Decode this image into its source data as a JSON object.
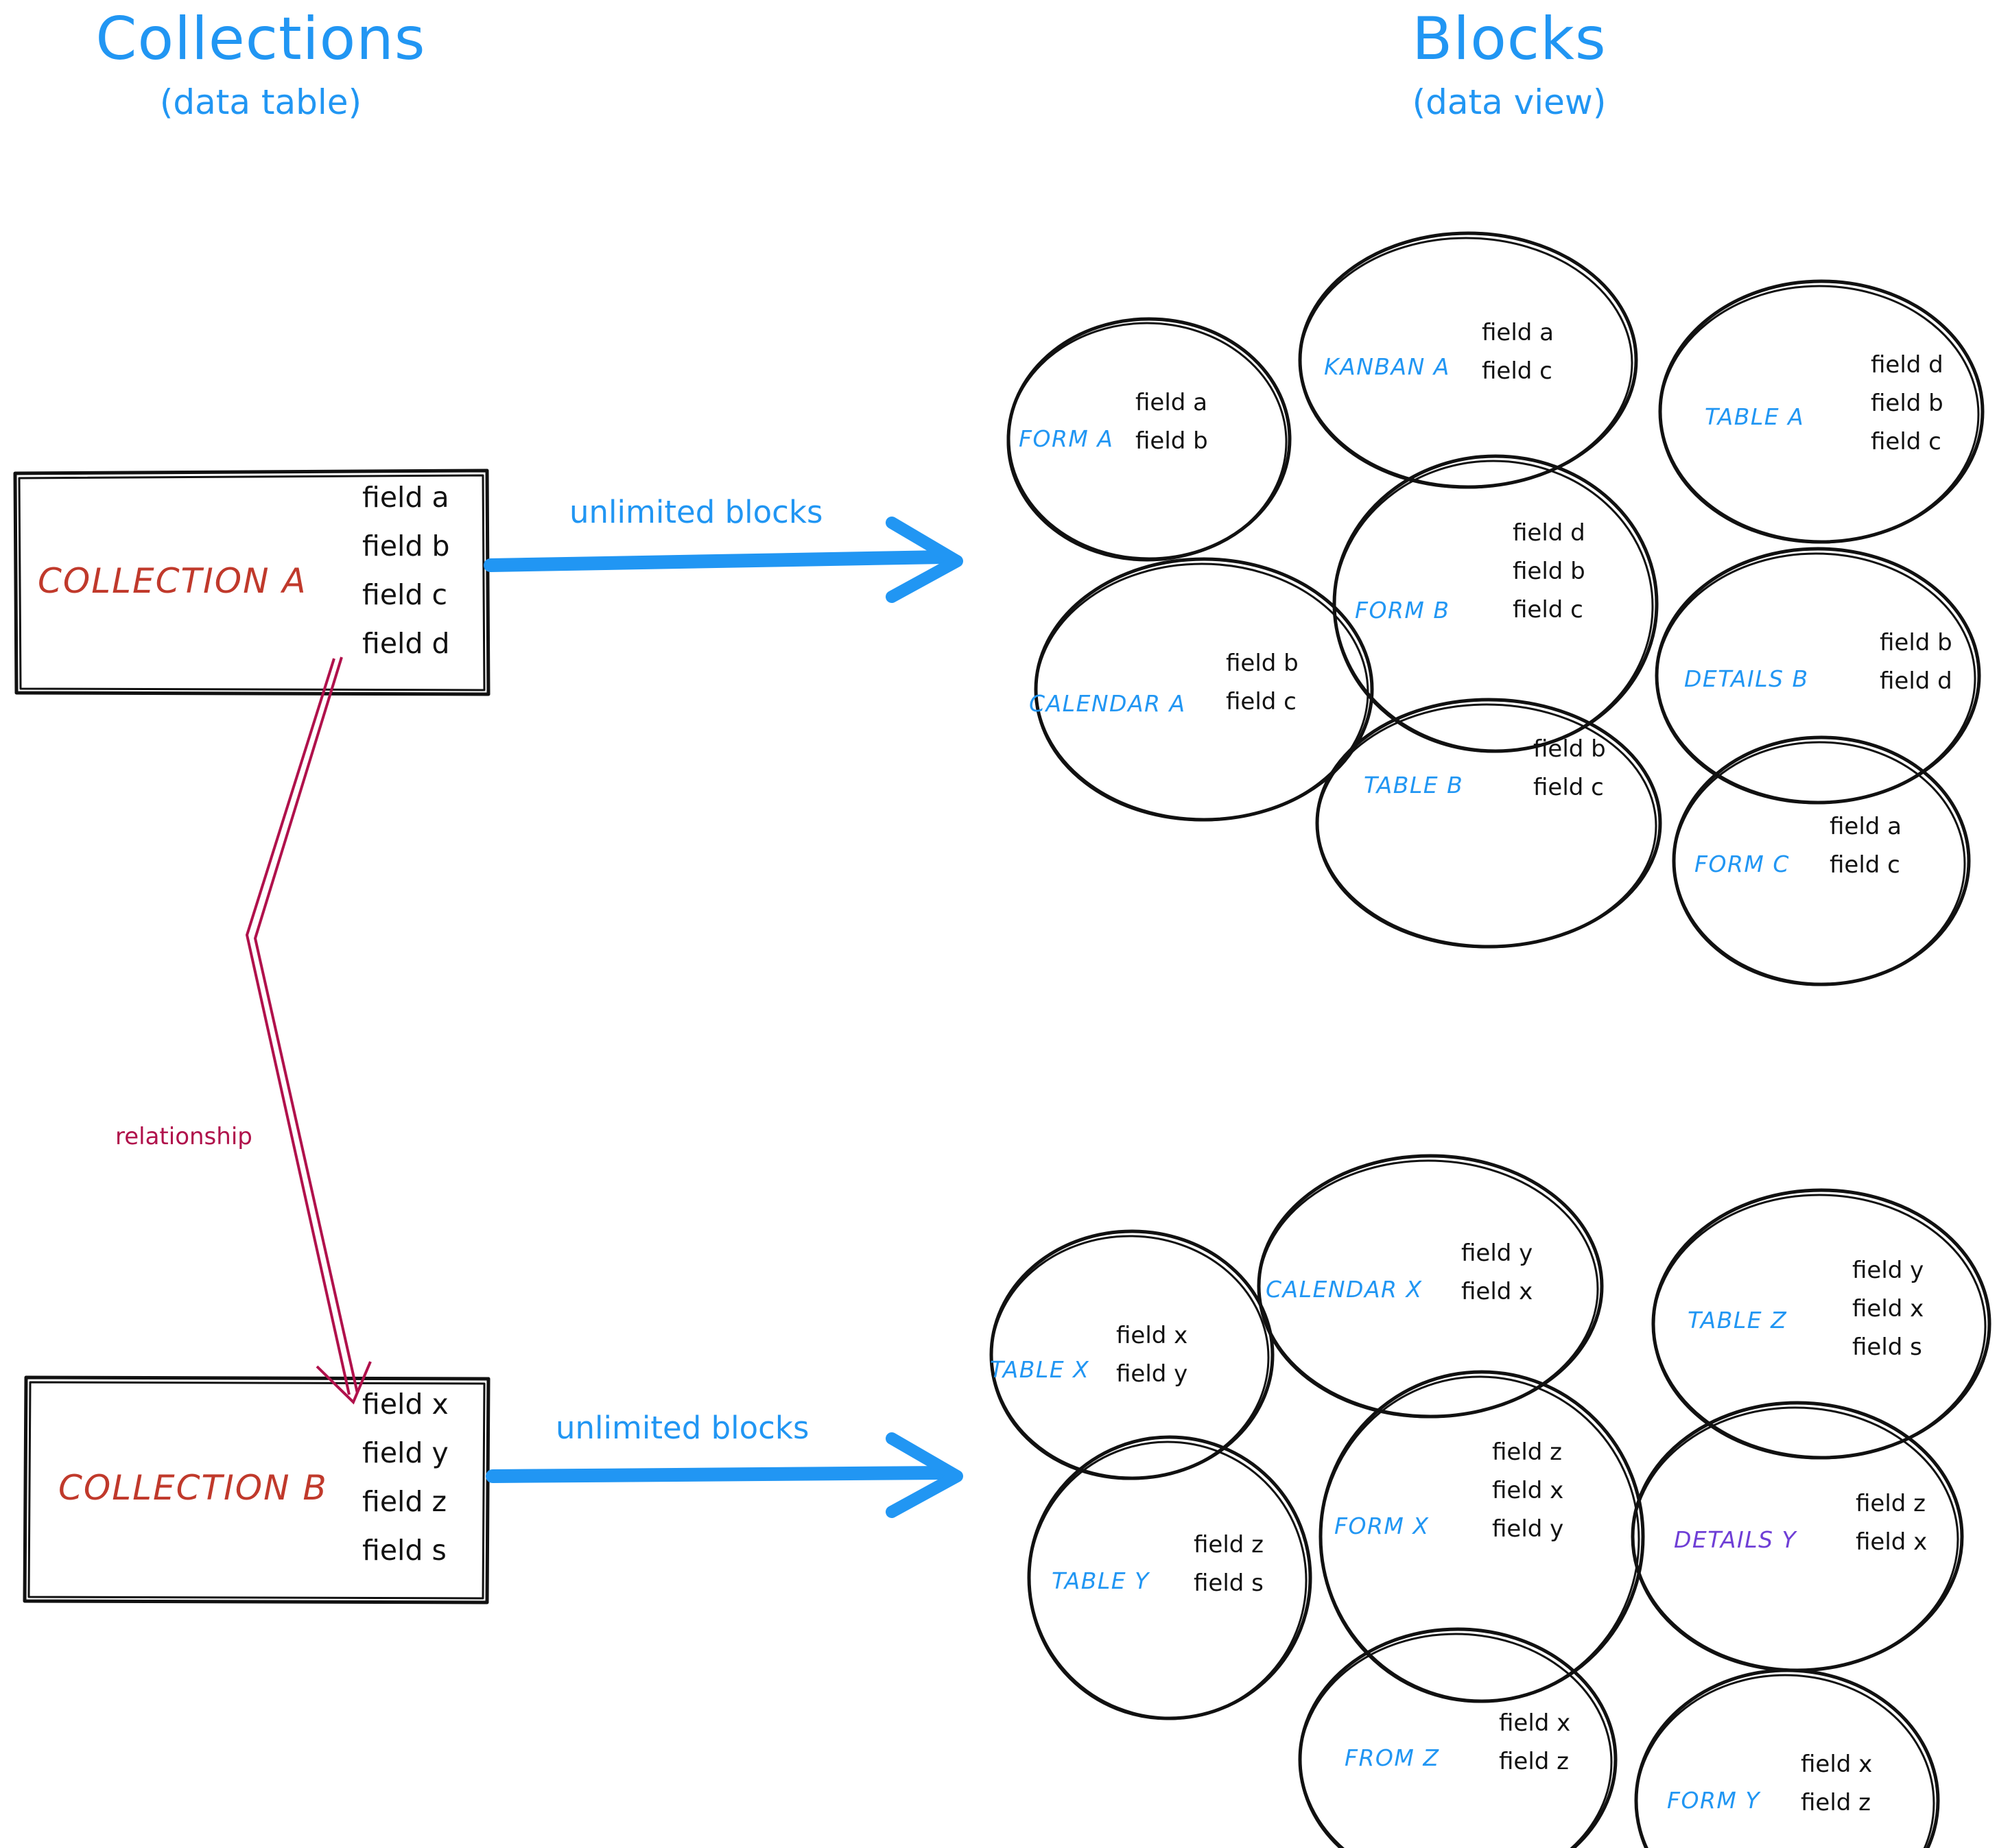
{
  "headings": {
    "left": {
      "main": "Collections",
      "sub": "(data table)"
    },
    "right": {
      "main": "Blocks",
      "sub": "(data view)"
    }
  },
  "colors": {
    "accent_blue": "#2196f3",
    "collection_red": "#c0392b",
    "relationship_crimson": "#b0114b",
    "details_y_purple": "#6f3fd6",
    "stroke_black": "#111111",
    "background": "#ffffff"
  },
  "collections": [
    {
      "name": "COLLECTION A",
      "fields": [
        "field a",
        "field b",
        "field c",
        "field d"
      ]
    },
    {
      "name": "COLLECTION B",
      "fields": [
        "field x",
        "field y",
        "field z",
        "field s"
      ]
    }
  ],
  "arrows": {
    "top_label": "unlimited blocks",
    "bottom_label": "unlimited blocks",
    "relationship_label": "relationship"
  },
  "blocks_top": [
    {
      "name": "FORM A",
      "fields": [
        "field a",
        "field b"
      ]
    },
    {
      "name": "KANBAN A",
      "fields": [
        "field a",
        "field c"
      ]
    },
    {
      "name": "TABLE A",
      "fields": [
        "field d",
        "field b",
        "field c"
      ]
    },
    {
      "name": "CALENDAR A",
      "fields": [
        "field b",
        "field c"
      ]
    },
    {
      "name": "FORM B",
      "fields": [
        "field d",
        "field b",
        "field c"
      ]
    },
    {
      "name": "DETAILS B",
      "fields": [
        "field b",
        "field d"
      ]
    },
    {
      "name": "TABLE B",
      "fields": [
        "field b",
        "field c"
      ]
    },
    {
      "name": "FORM C",
      "fields": [
        "field a",
        "field c"
      ]
    }
  ],
  "blocks_bottom": [
    {
      "name": "TABLE X",
      "fields": [
        "field x",
        "field y"
      ]
    },
    {
      "name": "CALENDAR X",
      "fields": [
        "field y",
        "field x"
      ]
    },
    {
      "name": "TABLE Z",
      "fields": [
        "field y",
        "field x",
        "field s"
      ]
    },
    {
      "name": "TABLE Y",
      "fields": [
        "field z",
        "field s"
      ]
    },
    {
      "name": "FORM X",
      "fields": [
        "field z",
        "field x",
        "field y"
      ]
    },
    {
      "name": "DETAILS Y",
      "fields": [
        "field z",
        "field x"
      ]
    },
    {
      "name": "FROM Z",
      "fields": [
        "field x",
        "field z"
      ]
    },
    {
      "name": "FORM Y",
      "fields": [
        "field x",
        "field z"
      ]
    }
  ]
}
